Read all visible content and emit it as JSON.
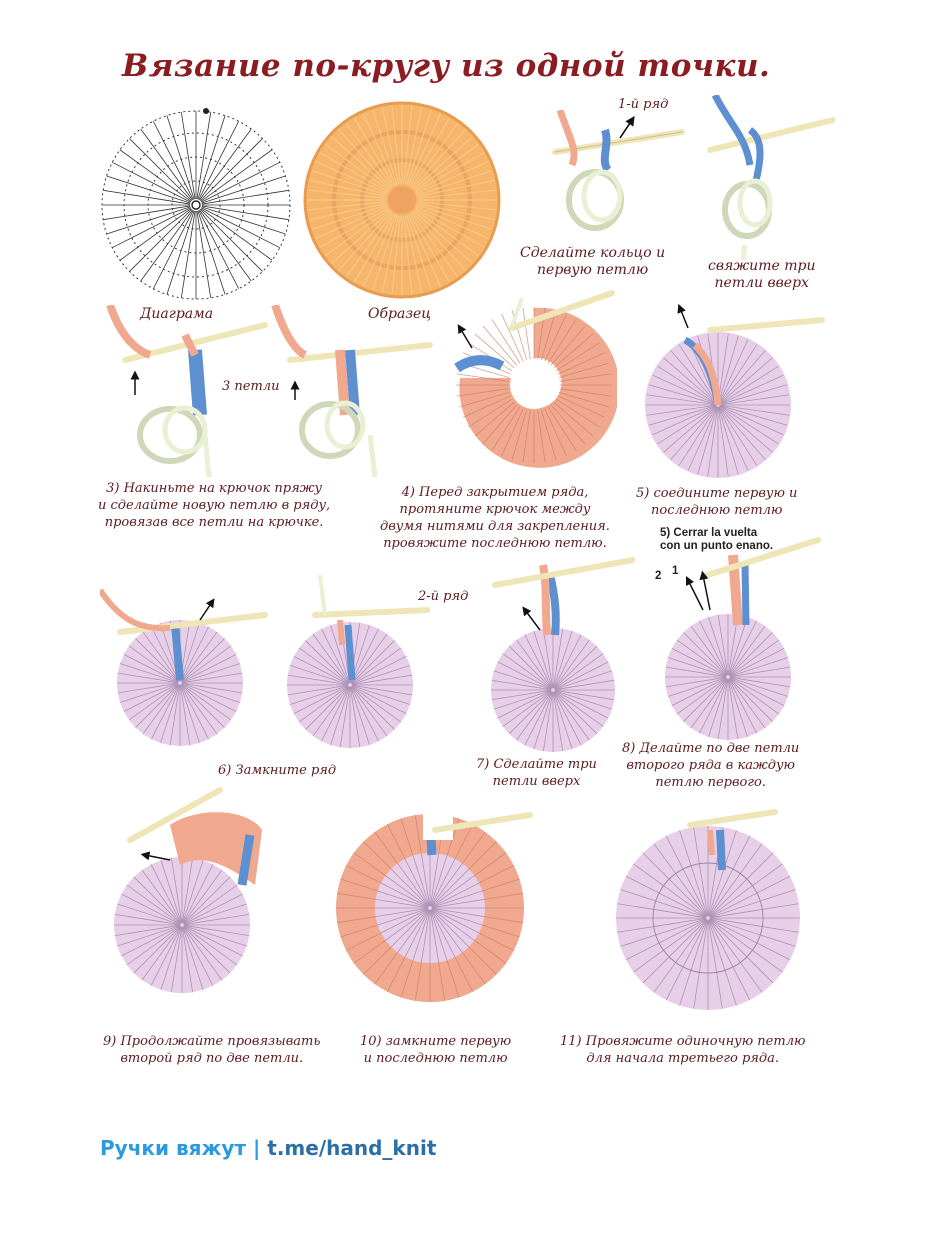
{
  "title": "Вязание по-кругу из одной точки.",
  "colors": {
    "title": "#8a1c22",
    "caption": "#5c1a1e",
    "sample": "#f5b56b",
    "pink": "#f0a98e",
    "lilac": "#e8cfe8",
    "blue": "#5e8fd1",
    "hook": "#efe6b8",
    "yarn": "#e9f0d4",
    "footer_channel": "#2b9be0",
    "footer_link": "#2b6fa6"
  },
  "labels": {
    "row1": "1-й ряд",
    "row2": "2-й ряд",
    "diagram": "Диаграма",
    "sample": "Образец",
    "three_loops": "3 петли"
  },
  "steps": {
    "s1": [
      "Сделайте кольцо и",
      "первую петлю"
    ],
    "s2": [
      "свяжите три",
      "петли вверх"
    ],
    "s3": [
      "3) Накиньте на крючок пряжу",
      "и сделайте новую петлю в ряду,",
      "провязав все петли на крючке."
    ],
    "s4": [
      "4) Перед закрытием ряда,",
      "протяните крючок между",
      "двумя нитями для закрепления.",
      "провяжите последнюю петлю."
    ],
    "s5": [
      "5) соедините первую и",
      "последнюю петлю"
    ],
    "s5_es": [
      "5) Cerrar la vuelta",
      "con un punto enano."
    ],
    "s6": [
      "6) Замкните ряд"
    ],
    "s7": [
      "7) Сделайте три",
      "петли вверх"
    ],
    "s8": [
      "8) Делайте по две петли",
      "второго ряда в каждую",
      "петлю первого."
    ],
    "s9": [
      "9) Продолжайте провязывать",
      "второй ряд по две петли."
    ],
    "s10": [
      "10) замкните первую",
      "и последнюю петлю"
    ],
    "s11": [
      "11) Провяжите одиночную петлю",
      "для начала третьего ряда."
    ]
  },
  "arrow_numbers": [
    "2",
    "1"
  ],
  "footer": {
    "channel": "Ручки вяжут",
    "separator": "|",
    "link": "t.me/hand_knit"
  }
}
